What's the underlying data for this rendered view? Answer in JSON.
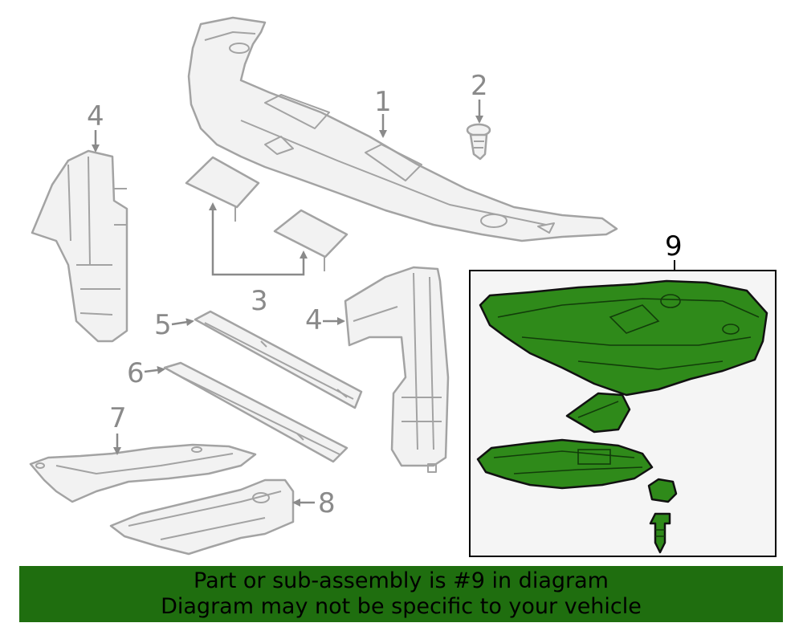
{
  "callouts": {
    "c1": "1",
    "c2": "2",
    "c3": "3",
    "c4a": "4",
    "c4b": "4",
    "c5": "5",
    "c6": "6",
    "c7": "7",
    "c8": "8",
    "c9": "9"
  },
  "banner": {
    "line1": "Part or sub-assembly is #9 in diagram",
    "line2": "Diagram may not be specific to your vehicle"
  },
  "colors": {
    "highlight_green": "#2f8a1a",
    "banner_green": "#1f6e0f",
    "outline_gray": "#a3a3a3"
  }
}
